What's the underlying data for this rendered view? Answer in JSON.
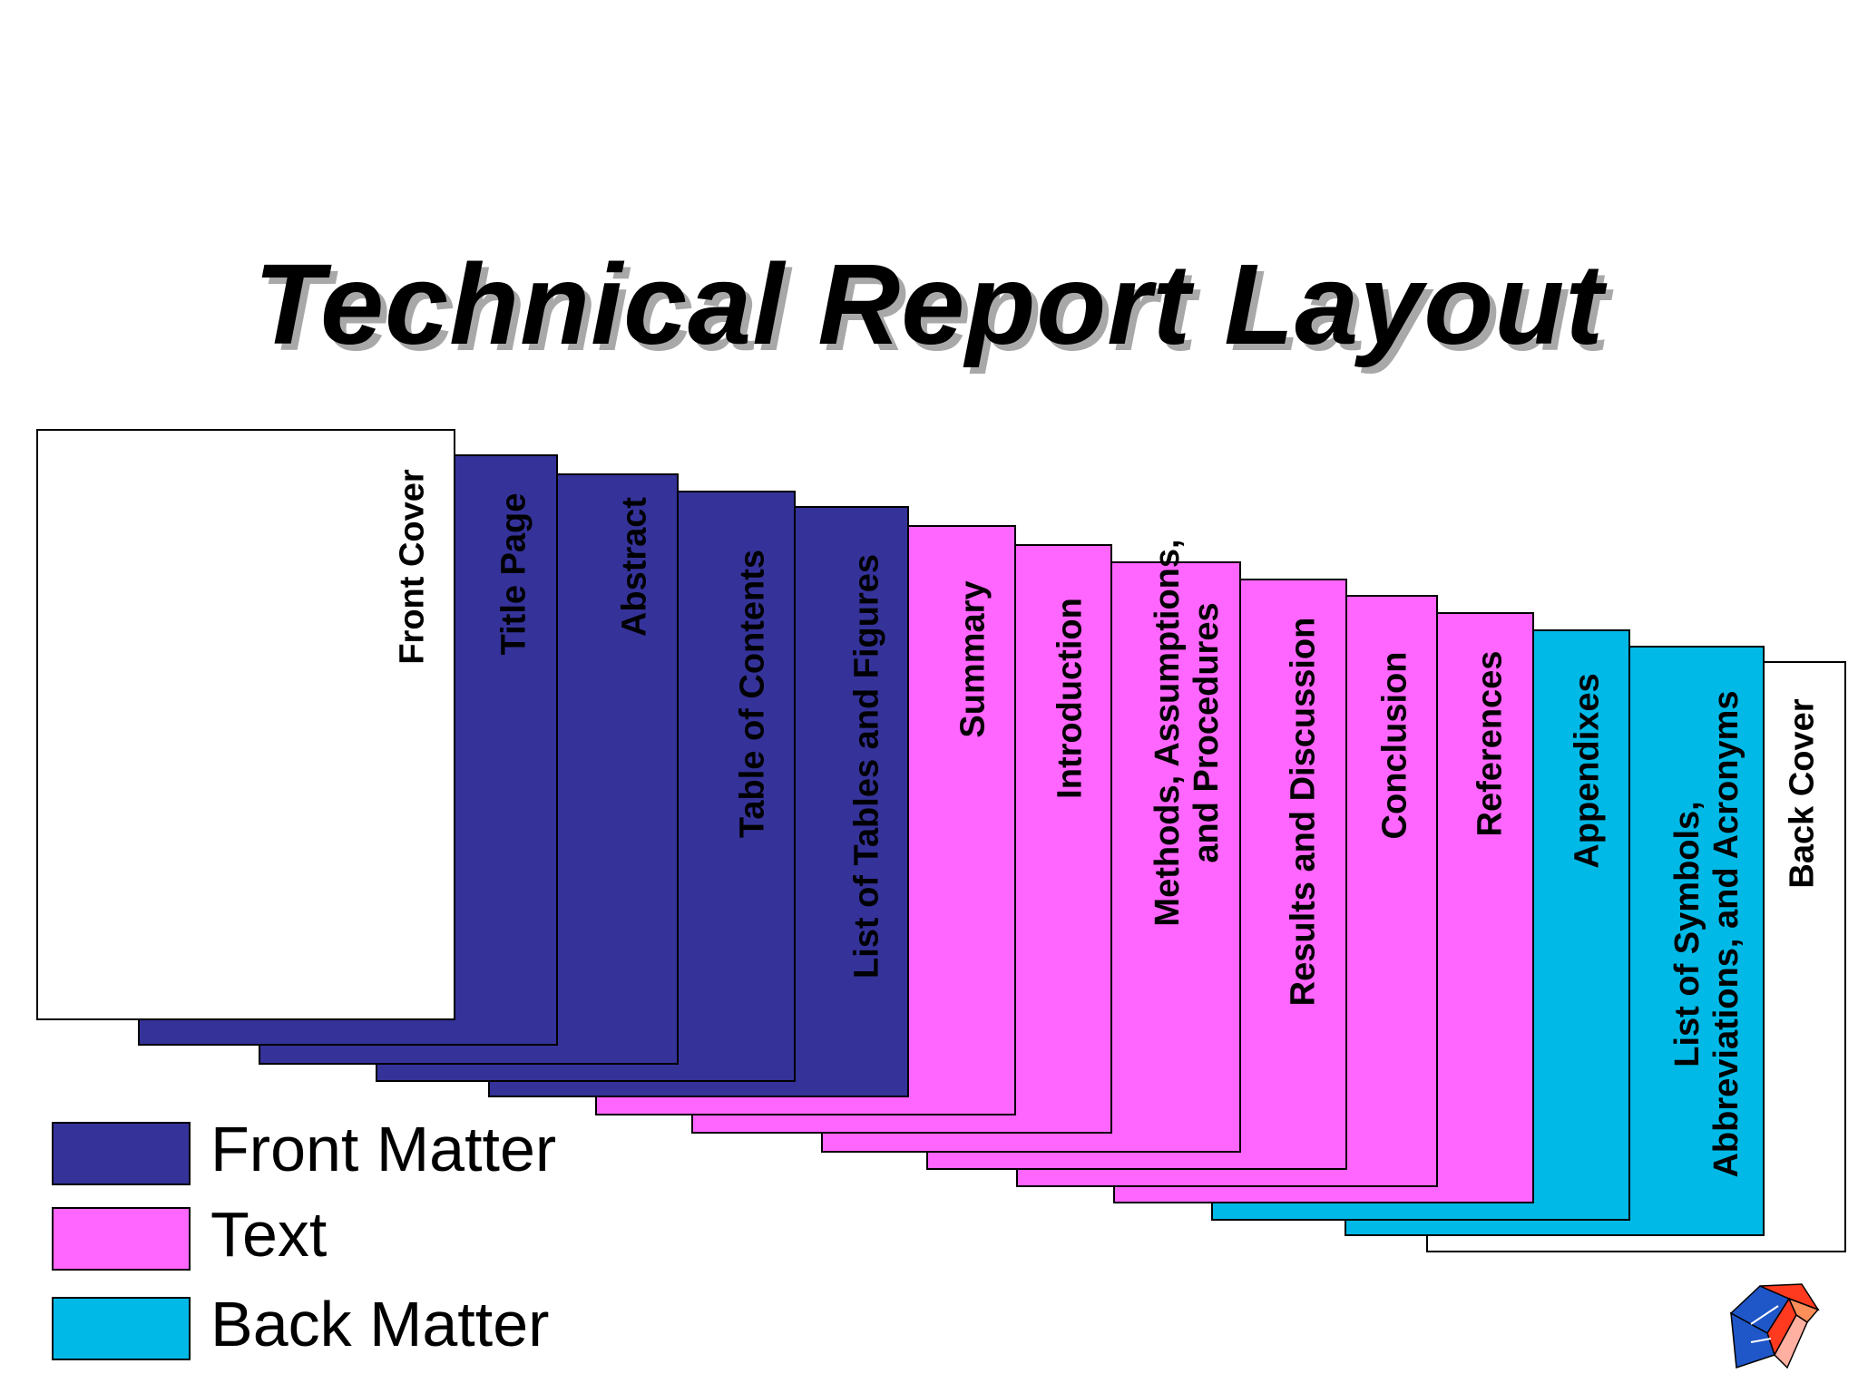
{
  "title": "Technical Report Layout",
  "colors": {
    "front_matter": "#35339a",
    "text": "#ff66ff",
    "back_matter": "#00b9e6",
    "cover": "#ffffff"
  },
  "pages": [
    {
      "label": "Front Cover",
      "group": "cover"
    },
    {
      "label": "Title Page",
      "group": "front_matter"
    },
    {
      "label": "Abstract",
      "group": "front_matter"
    },
    {
      "label": "Table of Contents",
      "group": "front_matter"
    },
    {
      "label": "List of Tables and Figures",
      "group": "front_matter"
    },
    {
      "label": "Summary",
      "group": "text"
    },
    {
      "label": "Introduction",
      "group": "text"
    },
    {
      "label": "Methods, Assumptions,\nand Procedures",
      "group": "text"
    },
    {
      "label": "Results and Discussion",
      "group": "text"
    },
    {
      "label": "Conclusion",
      "group": "text"
    },
    {
      "label": "References",
      "group": "text"
    },
    {
      "label": "Appendixes",
      "group": "back_matter"
    },
    {
      "label": "List of Symbols,\nAbbreviations, and Acronyms",
      "group": "back_matter"
    },
    {
      "label": "Back Cover",
      "group": "cover"
    }
  ],
  "legend": [
    {
      "label": "Front Matter",
      "group": "front_matter"
    },
    {
      "label": "Text",
      "group": "text"
    },
    {
      "label": "Back Matter",
      "group": "back_matter"
    }
  ],
  "logo_icon": "publisher-logo-icon"
}
